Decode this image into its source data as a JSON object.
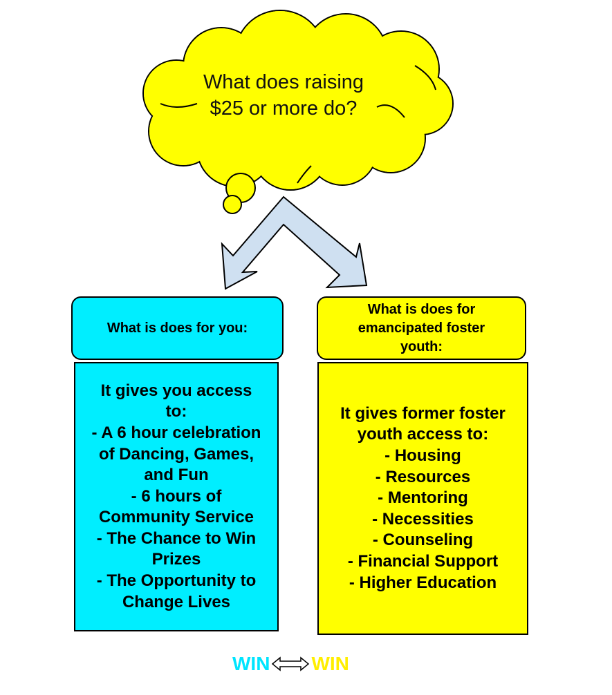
{
  "cloud": {
    "lines": [
      "What does raising",
      "$25 or more do?"
    ]
  },
  "left": {
    "header_lines": [
      "What is does for you:"
    ],
    "body_lines": [
      "It gives you access",
      "to:",
      "- A 6 hour celebration",
      "of Dancing, Games,",
      "and Fun",
      "- 6 hours of",
      "Community Service",
      "- The Chance to Win",
      "Prizes",
      "- The Opportunity to",
      "Change Lives"
    ]
  },
  "right": {
    "header_lines": [
      "What is does for",
      "emancipated foster",
      "youth:"
    ],
    "body_lines": [
      "It gives former foster",
      "youth access to:",
      "- Housing",
      "- Resources",
      "- Mentoring",
      "- Necessities",
      "- Counseling",
      "- Financial Support",
      "- Higher Education"
    ]
  },
  "footer": {
    "win_left": "WIN",
    "win_right": "WIN",
    "win_left_color": "#00e5ff",
    "win_right_color": "#ffee00"
  },
  "colors": {
    "cloud_fill": "#ffff00",
    "left_fill": "#00eeff",
    "right_fill": "#ffff00",
    "arrow_fill": "#cfe0f1"
  }
}
